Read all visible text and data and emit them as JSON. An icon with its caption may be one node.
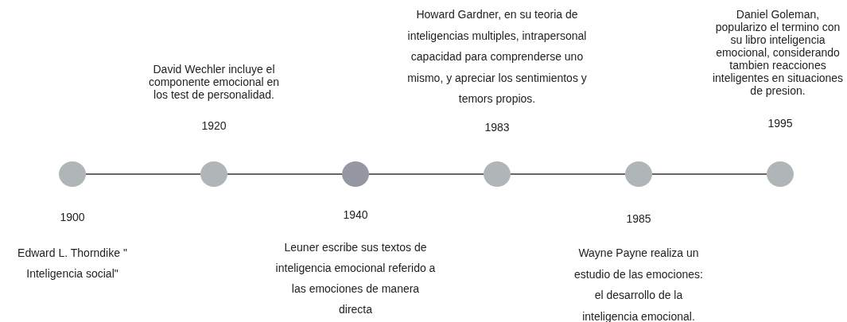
{
  "diagram": {
    "nodes": [
      {
        "text": [],
        "shape": "circle",
        "beside": [
          "1900",
          "Edward L. Thorndike \" Inteligencia social\""
        ]
      },
      {
        "text": [],
        "shape": "circle",
        "beside": [
          "David Wechler incluye el componente emocional en los test de personalidad.",
          "1920"
        ]
      },
      {
        "text": [],
        "shape": "circle",
        "beside": [
          "1940",
          "Leuner escribe sus textos de inteligencia emocional referido a las emociones de manera directa"
        ]
      },
      {
        "text": [],
        "shape": "circle",
        "beside": [
          "Howard Gardner, en su teoria de inteligencias multiples, intrapersonal capacidad para comprenderse uno mismo, y apreciar los sentimientos y temors propios.",
          "1983"
        ]
      },
      {
        "text": [],
        "shape": "circle",
        "beside": [
          "1985",
          "Wayne Payne realiza un estudio de las emociones: el desarrollo de la inteligencia emocional."
        ]
      },
      {
        "text": [],
        "shape": "circle",
        "beside": [
          "Daniel Goleman, popularizo el termino con su libro inteligencia emocional, considerando tambien reacciones inteligentes en situaciones de presion.",
          "1995"
        ]
      }
    ],
    "edges": [
      {
        "from": 0,
        "to": 1,
        "arrow": "none"
      },
      {
        "from": 1,
        "to": 2,
        "arrow": "none"
      },
      {
        "from": 2,
        "to": 3,
        "arrow": "none"
      },
      {
        "from": 3,
        "to": 4,
        "arrow": "none"
      },
      {
        "from": 4,
        "to": 5,
        "arrow": "none"
      }
    ]
  }
}
